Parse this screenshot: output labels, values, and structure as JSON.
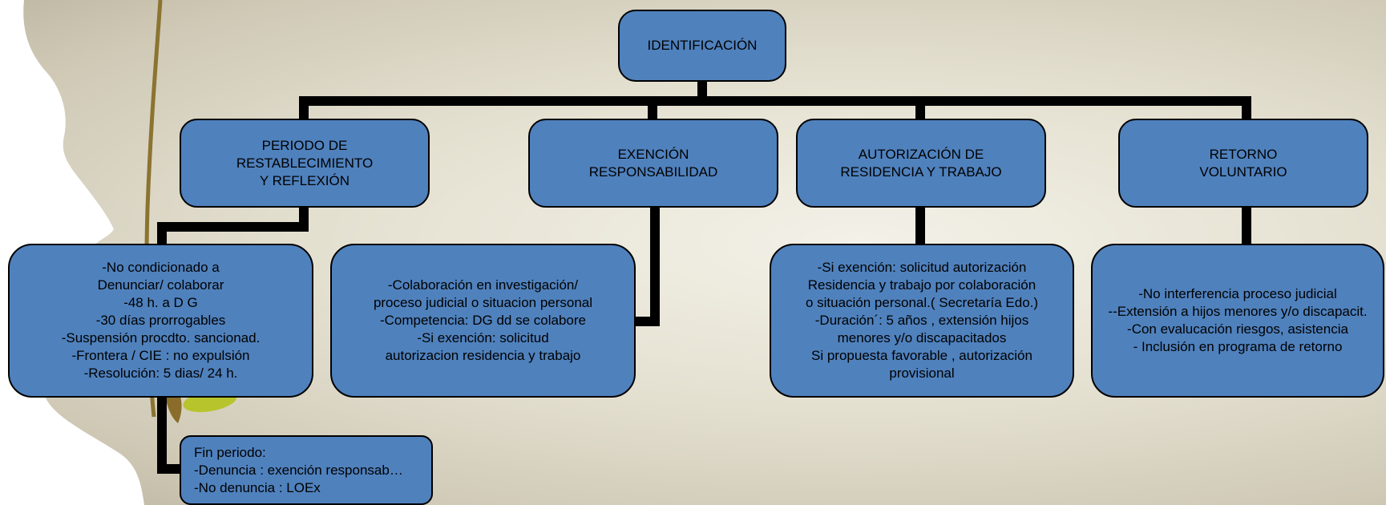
{
  "colors": {
    "box_fill": "#4f81bd",
    "box_border": "#000000",
    "connector": "#000000",
    "silhouette": "#ffffff"
  },
  "diagram": {
    "root": {
      "label": "IDENTIFICACIÓN"
    },
    "categories": [
      {
        "label": "PERIODO DE\nRESTABLECIMIENTO\nY REFLEXIÓN"
      },
      {
        "label": "EXENCIÓN\nRESPONSABILIDAD"
      },
      {
        "label": "AUTORIZACIÓN DE\nRESIDENCIA Y TRABAJO"
      },
      {
        "label": "RETORNO\nVOLUNTARIO"
      }
    ],
    "details": [
      {
        "text": "-No condicionado a\nDenunciar/ colaborar\n-48 h. a D G\n-30 días prorrogables\n-Suspensión procdto. sancionad.\n-Frontera / CIE : no expulsión\n-Resolución: 5 dias/ 24 h."
      },
      {
        "text": "-Colaboración en investigación/\nproceso judicial o situacion personal\n-Competencia: DG dd se colabore\n-Si exención: solicitud\nautorizacion residencia y trabajo"
      },
      {
        "text": "-Si exención: solicitud autorización\nResidencia y trabajo por colaboración\no situación personal.( Secretaría Edo.)\n-Duración´: 5 años , extensión hijos\nmenores y/o discapacitados\nSi propuesta favorable , autorización\nprovisional"
      },
      {
        "text": "-No interferencia proceso judicial\n--Extensión a hijos menores y/o discapacit.\n-Con evalucación riesgos, asistencia\n- Inclusión en programa de retorno"
      }
    ],
    "end_of_period": {
      "text": "Fin periodo:\n -Denuncia  : exención responsab…\n-No denuncia : LOEx"
    }
  }
}
